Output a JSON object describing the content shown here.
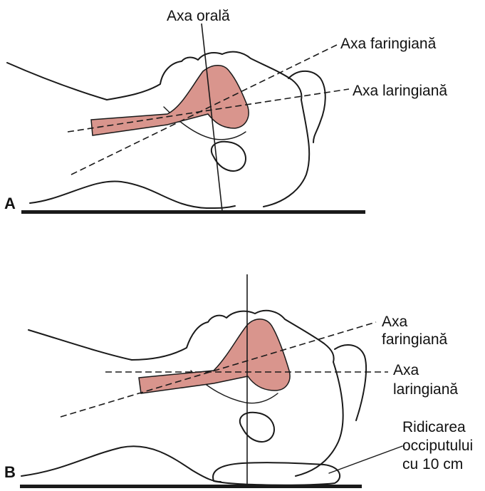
{
  "colors": {
    "airway": "#d9958d",
    "line": "#1a1a1a",
    "background": "#ffffff"
  },
  "panel_a": {
    "letter": "A",
    "oral_axis_label": "Axa orală",
    "pharyngeal_axis_label": "Axa faringiană",
    "laryngeal_axis_label": "Axa laringiană"
  },
  "panel_b": {
    "letter": "B",
    "pharyngeal_axis_label": [
      "Axa",
      "faringiană"
    ],
    "laryngeal_axis_label": [
      "Axa",
      "laringiană"
    ],
    "occiput_label": [
      "Ridicarea",
      "occiputului",
      "cu 10 cm"
    ]
  }
}
